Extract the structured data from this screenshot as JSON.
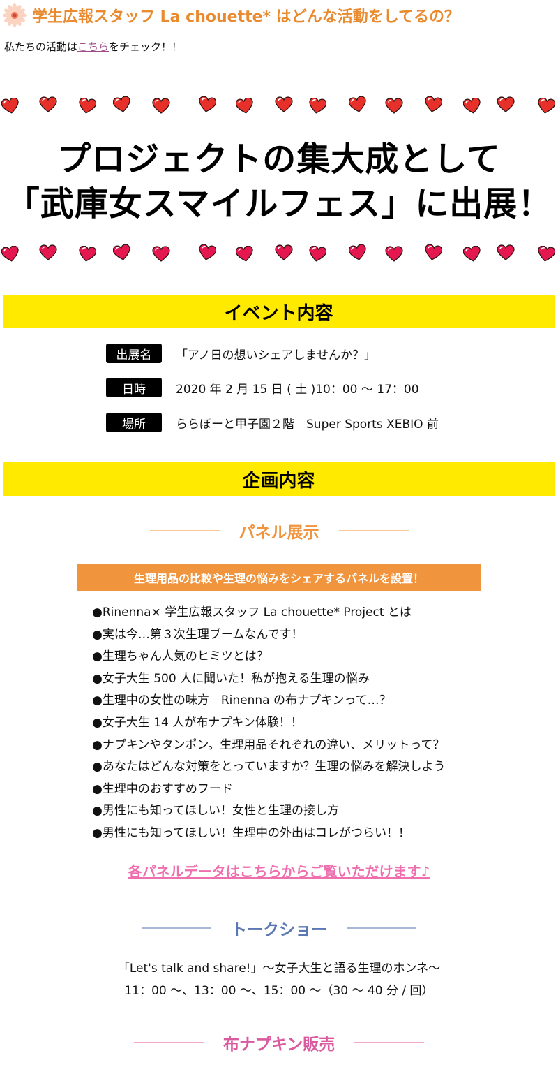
{
  "header": {
    "title": "学生広報スタッフ La chouette* はどんな活動をしてるの？",
    "icon": "flower-icon"
  },
  "intro": {
    "prefix": "私たちの活動は",
    "link": "こちら",
    "suffix": "をチェック！！"
  },
  "headline": {
    "line1": "プロジェクトの集大成として",
    "line2": "「武庫女スマイルフェス」に出展！"
  },
  "event": {
    "title": "イベント内容",
    "rows": [
      {
        "label": "出展名",
        "value": "「アノ日の想いシェアしませんか？」"
      },
      {
        "label": "日時",
        "value": "2020 年 2 月 15 日 ( 土 )10：00 ～ 17：00"
      },
      {
        "label": "場所",
        "value": "ららぽーと甲子園２階　Super Sports XEBIO 前"
      }
    ]
  },
  "plan": {
    "title": "企画内容",
    "panel": {
      "heading": "パネル展示",
      "banner": "生理用品の比較や生理の悩みをシェアするパネルを設置！",
      "items": [
        "●Rinenna× 学生広報スタッフ La chouette* Project とは",
        "●実は今…第３次生理ブームなんです！",
        "●生理ちゃん人気のヒミツとは？",
        "●女子大生 500 人に聞いた！私が抱える生理の悩み",
        "●生理中の女性の味方　Rinenna の布ナプキンって…？",
        "●女子大生 14 人が布ナプキン体験！！",
        "●ナプキンやタンポン。生理用品それぞれの違い、メリットって？",
        "●あなたはどんな対策をとっていますか？生理の悩みを解決しよう",
        "●生理中のおすすめフード",
        "●男性にも知ってほしい！女性と生理の接し方",
        "●男性にも知ってほしい！生理中の外出はコレがつらい！！"
      ],
      "link": "各パネルデータはこちらからご覧いただけます♪"
    },
    "talk": {
      "heading": "トークショー",
      "line1": "「Let's talk and share!」～女子大生と語る生理のホンネ～",
      "line2": "11：00 ～、13：00 ～、15：00 ～（30 ～ 40 分 / 回）"
    },
    "sale": {
      "heading": "布ナプキン販売"
    }
  },
  "colors": {
    "header_orange": "#e98a2f",
    "yellow": "#ffea00",
    "banner_orange": "#f0953e",
    "panel_heading": "#f0953e",
    "talk_heading": "#5b78b5",
    "sale_heading": "#d95a9e",
    "link_pink": "#ef6fae",
    "heart_red_top": "#e8302a",
    "heart_red_bottom": "#e4184f"
  }
}
